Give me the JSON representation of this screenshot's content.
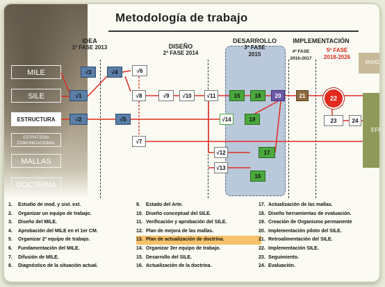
{
  "title": "Metodología de trabajo",
  "stages": [
    "MILE",
    "SILE",
    "ESTRUCTURA",
    "ESTRATEGIA COMUNICACIONAL",
    "MALLAS",
    "DOCTRINA"
  ],
  "phases": {
    "idea": {
      "name": "IDEA",
      "sub": "1ª FASE 2013"
    },
    "diseno": {
      "name": "DISEÑO",
      "sub": "2ª FASE 2014"
    },
    "desarrollo": {
      "name": "DESARROLLO",
      "sub": "3ª FASE",
      "year": "2015"
    },
    "implementacion": {
      "name": "IMPLEMENTACIÓN",
      "fase4": "4ª FASE",
      "fase4_years": "2016-2017",
      "fase5": "5ª FASE",
      "fase5_years": "2018-2026"
    }
  },
  "nodes": {
    "n1": "√1",
    "n2": "√2",
    "n3": "√3",
    "n4": "√4",
    "n5": "√5",
    "n6": "√6",
    "n7": "√7",
    "n8": "√8",
    "n9": "√9",
    "n10": "√10",
    "n11": "√11",
    "n12": "√12",
    "n13": "√13",
    "n14": "√14",
    "n15": "15",
    "n16": "16",
    "n17": "17",
    "n18": "18",
    "n19": "19",
    "n20": "20",
    "n21": "21",
    "n22": "22",
    "n23": "23",
    "n24": "24"
  },
  "mision": "MISIÓN",
  "efd": "EFD",
  "legend": [
    {
      "num": "1.",
      "text": "Estudio de mod. y sist. ext."
    },
    {
      "num": "2.",
      "text": "Organizar un equipo de trabajo."
    },
    {
      "num": "3.",
      "text": "Diseño del MILE."
    },
    {
      "num": "4.",
      "text": "Aprobación del MILE en el 1er CM."
    },
    {
      "num": "5.",
      "text": "Organizar 2º equipo de trabajo."
    },
    {
      "num": "6.",
      "text": "Fundamentación del MILE."
    },
    {
      "num": "7.",
      "text": "Difusión de MILE."
    },
    {
      "num": "8.",
      "text": "Diagnóstico de la situación actual."
    },
    {
      "num": "9.",
      "text": "Estado del Arte."
    },
    {
      "num": "10.",
      "text": "Diseño conceptual del SILE."
    },
    {
      "num": "11.",
      "text": "Verificación y aprobación del SILE."
    },
    {
      "num": "12.",
      "text": "Plan de mejora de las mallas."
    },
    {
      "num": "13.",
      "text": "Plan de actualización de doctrina."
    },
    {
      "num": "14.",
      "text": "Organizar 3er equipo de trabajo."
    },
    {
      "num": "15.",
      "text": "Desarrollo del SILE."
    },
    {
      "num": "16.",
      "text": "Actualización de la doctrina."
    },
    {
      "num": "17.",
      "text": "Actualización de las mallas."
    },
    {
      "num": "18.",
      "text": "Diseño herramientas de evaluación."
    },
    {
      "num": "19.",
      "text": "Creación de Organismo permanente"
    },
    {
      "num": "20.",
      "text": "Implementación piloto del SILE."
    },
    {
      "num": "21.",
      "text": "Retroalimentación del SILE."
    },
    {
      "num": "22.",
      "text": "Implementación SILE."
    },
    {
      "num": "23.",
      "text": "Seguimiento."
    },
    {
      "num": "24.",
      "text": "Evaluación."
    }
  ]
}
